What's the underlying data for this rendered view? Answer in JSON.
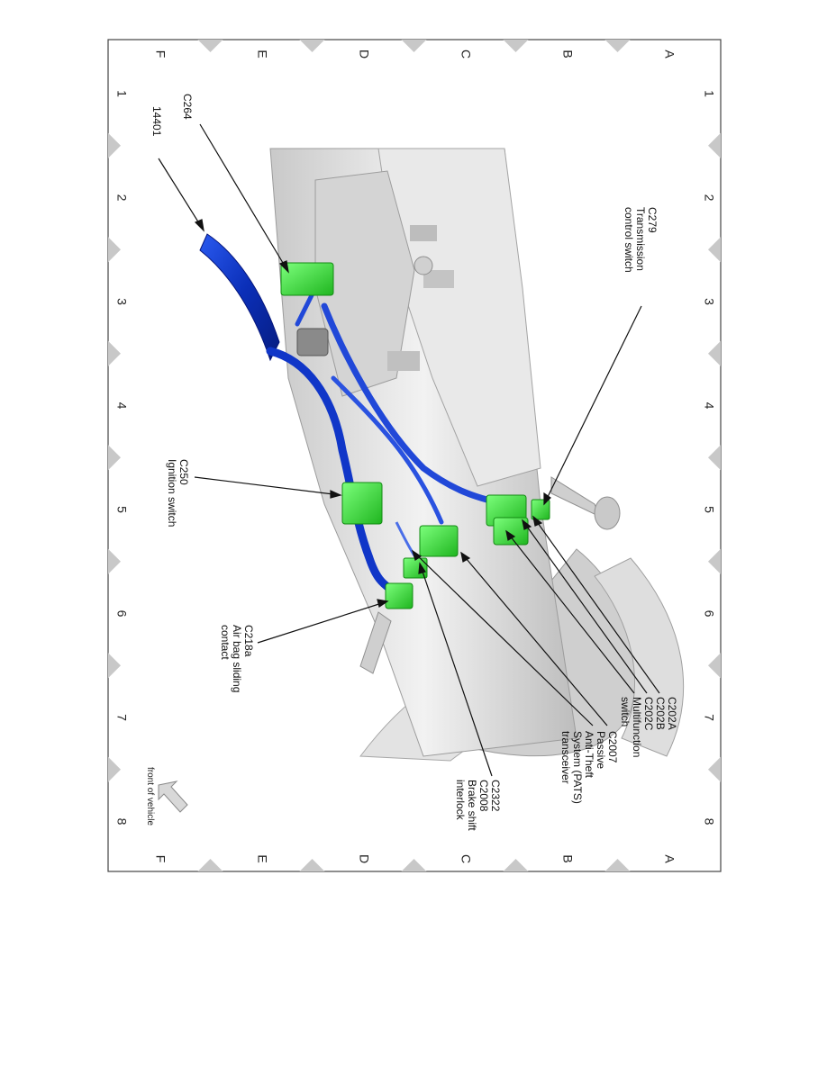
{
  "grid": {
    "rows": [
      "A",
      "B",
      "C",
      "D",
      "E",
      "F"
    ],
    "columns": [
      "1",
      "2",
      "3",
      "4",
      "5",
      "6",
      "7",
      "8"
    ]
  },
  "callouts": {
    "c279": [
      "C279",
      "Transmission",
      "control switch"
    ],
    "c264": [
      "C264"
    ],
    "w14401": [
      "14401"
    ],
    "c250": [
      "C250",
      "Ignition switch"
    ],
    "c218a": [
      "C218a",
      "Air bag sliding",
      "contact"
    ],
    "c202": [
      "C202A",
      "C202B",
      "C202C",
      "Multifunction",
      "switch"
    ],
    "c2007": [
      "C2007",
      "Passive",
      "Anti-Theft",
      "System (PATS)",
      "transceiver"
    ],
    "c2322": [
      "C2322",
      "C2008",
      "Brake shift",
      "interlock"
    ]
  },
  "orientation": {
    "label": "front of vehicle"
  },
  "colors": {
    "connector": "#2fd82f",
    "harness": "#1036c8",
    "column": "#d9d9d9",
    "frame_marker": "#c8c8c8"
  }
}
